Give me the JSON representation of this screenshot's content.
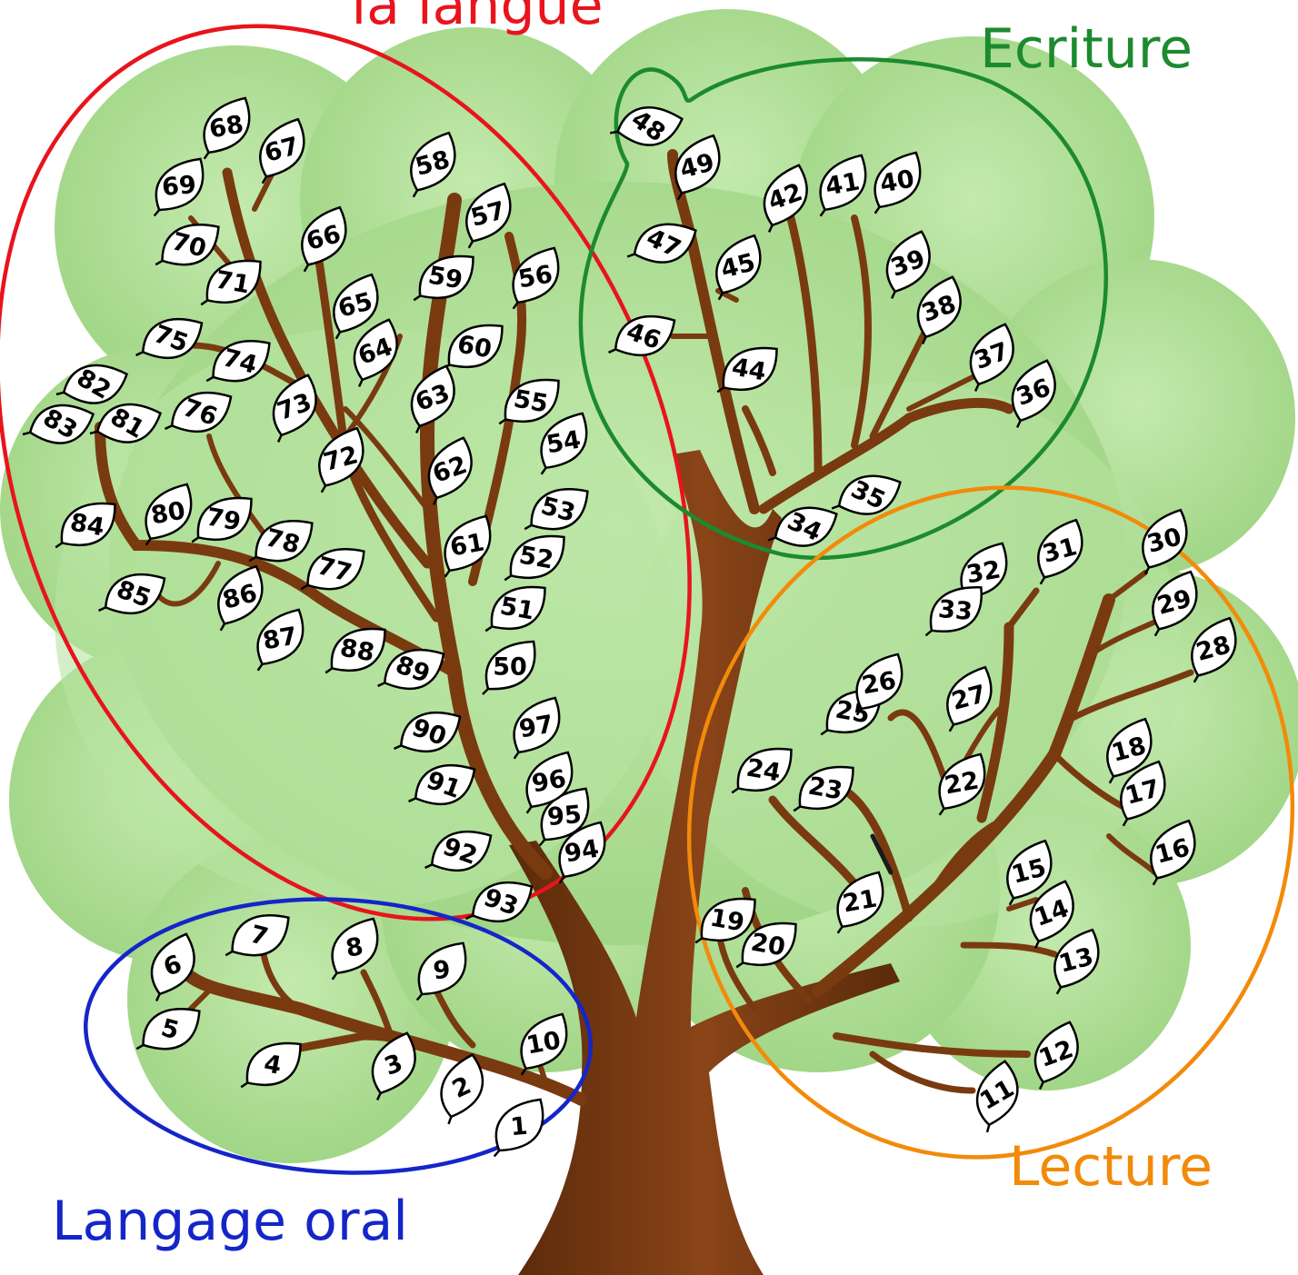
{
  "groups": {
    "langue": {
      "label": "la langue",
      "color": "#e8141c"
    },
    "ecriture": {
      "label": "Ecriture",
      "color": "#1c8a2e"
    },
    "lecture": {
      "label": "Lecture",
      "color": "#f28a0a"
    },
    "oral": {
      "label": "Langage oral",
      "color": "#1426c8"
    }
  },
  "colors": {
    "foliage": "#a8dc8c",
    "foliage_light": "#c8ecb4",
    "trunk": "#7a3a10",
    "leaf": "#ffffff"
  },
  "leaves": [
    "1",
    "2",
    "3",
    "4",
    "5",
    "6",
    "7",
    "8",
    "9",
    "10",
    "11",
    "12",
    "13",
    "14",
    "15",
    "16",
    "17",
    "18",
    "19",
    "20",
    "21",
    "22",
    "23",
    "24",
    "25",
    "26",
    "27",
    "28",
    "29",
    "30",
    "31",
    "32",
    "33",
    "34",
    "35",
    "36",
    "37",
    "38",
    "39",
    "40",
    "41",
    "42",
    "44",
    "45",
    "46",
    "47",
    "48",
    "49",
    "50",
    "51",
    "52",
    "53",
    "54",
    "55",
    "56",
    "57",
    "58",
    "59",
    "60",
    "61",
    "62",
    "63",
    "64",
    "65",
    "66",
    "67",
    "68",
    "69",
    "70",
    "71",
    "72",
    "73",
    "74",
    "75",
    "76",
    "77",
    "78",
    "79",
    "80",
    "81",
    "82",
    "83",
    "84",
    "85",
    "86",
    "87",
    "88",
    "89",
    "90",
    "91",
    "92",
    "93",
    "94",
    "95",
    "96",
    "97"
  ]
}
